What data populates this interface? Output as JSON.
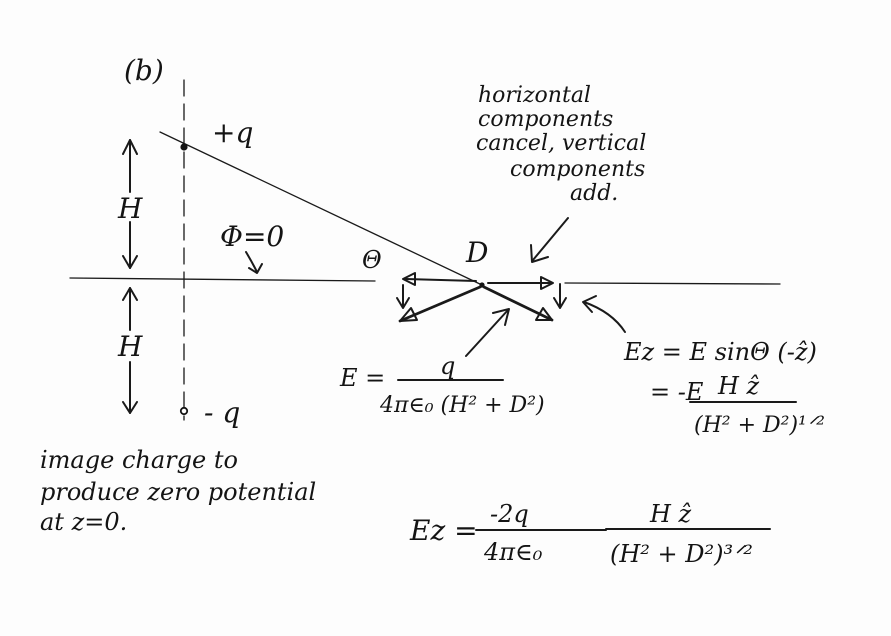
{
  "labels": {
    "part": "(b)",
    "plus_charge": "+q",
    "minus_charge": "- q",
    "height_top": "H",
    "height_bottom": "H",
    "potential_zero": "Φ=0",
    "theta": "Θ",
    "distance": "D"
  },
  "note_horizontal": [
    "horizontal",
    "components",
    "cancel, vertical",
    "components",
    "add."
  ],
  "note_image": [
    "image charge to",
    "produce zero potential",
    "at z=0."
  ],
  "eq_E": {
    "lhs": "E =",
    "numerator": "q",
    "denominator": "4π∈₀ (H² + D²)"
  },
  "eq_Ez_component": {
    "line1": "Ez = E sinΘ (-ẑ)",
    "line2_lhs": "= -E",
    "line2_num": "H  ẑ",
    "line2_den": "(H² + D²)¹ᐟ²"
  },
  "eq_Ez_total": {
    "lhs": "Ez =",
    "numerator_left": "-2q",
    "denominator_left": "4π∈₀",
    "numerator_right": "H       ẑ",
    "denominator_right": "(H² + D²)³ᐟ²"
  }
}
